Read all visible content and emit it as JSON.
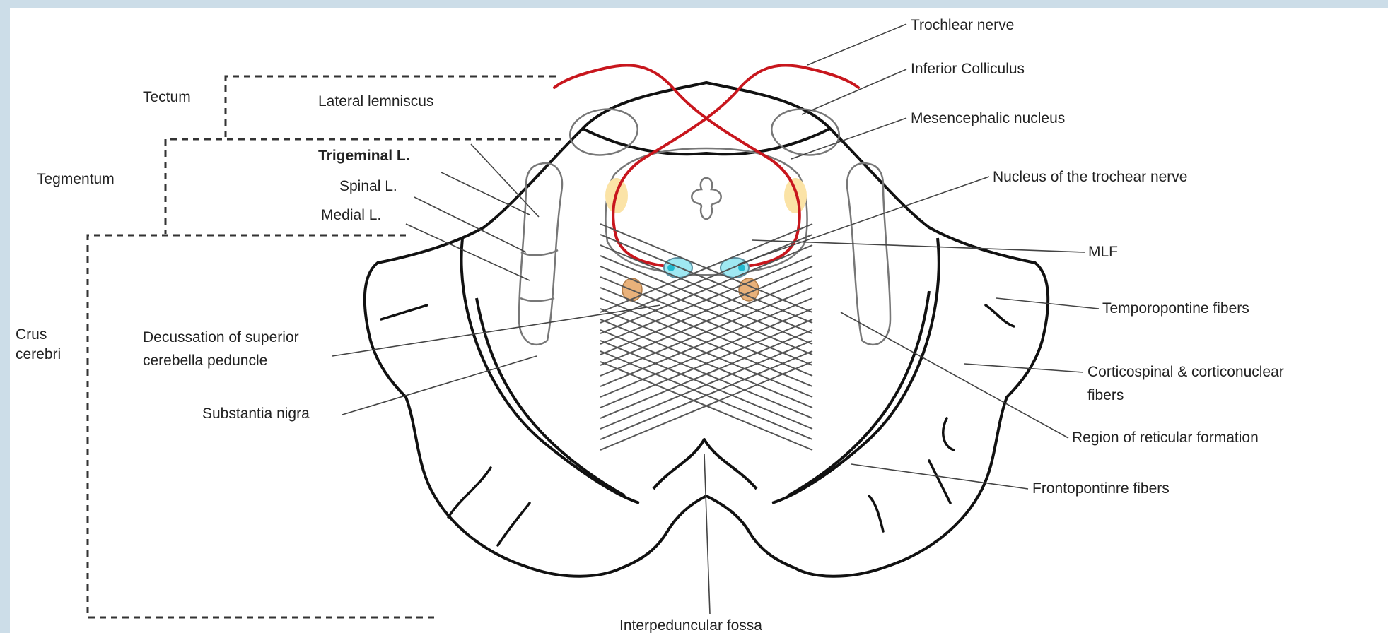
{
  "regions": {
    "tectum": "Tectum",
    "tegmentum": "Tegmentum",
    "crus_line1": "Crus",
    "crus_line2": "cerebri"
  },
  "labels": {
    "lateral_lemniscus": "Lateral lemniscus",
    "trigeminal": "Trigeminal L.",
    "spinal": "Spinal L.",
    "medial": "Medial L.",
    "decussation_line1": "Decussation of superior",
    "decussation_line2": "cerebella peduncle",
    "substantia_nigra": "Substantia nigra",
    "interpeduncular_fossa": "Interpeduncular fossa",
    "trochlear_nerve": "Trochlear nerve",
    "inferior_colliculus": "Inferior Colliculus",
    "mesencephalic_nucleus": "Mesencephalic nucleus",
    "nucleus_trochlear": "Nucleus of the trochear nerve",
    "mlf": "MLF",
    "temporopontine": "Temporopontine fibers",
    "corticospinal_line1": "Corticospinal & corticonuclear",
    "corticospinal_line2": "fibers",
    "reticular": "Region of reticular formation",
    "frontopontine": "Frontopontinre fibers"
  },
  "colors": {
    "outline": "#111111",
    "trochlear_nerve": "#c8161d",
    "mesencephalic_nucleus_fill": "#fbe3a6",
    "trochlear_nucleus_fill": "#9fe8f2",
    "mlf_fill": "#e9b17a",
    "leader_line": "#444444",
    "thin_structure": "#777777"
  }
}
